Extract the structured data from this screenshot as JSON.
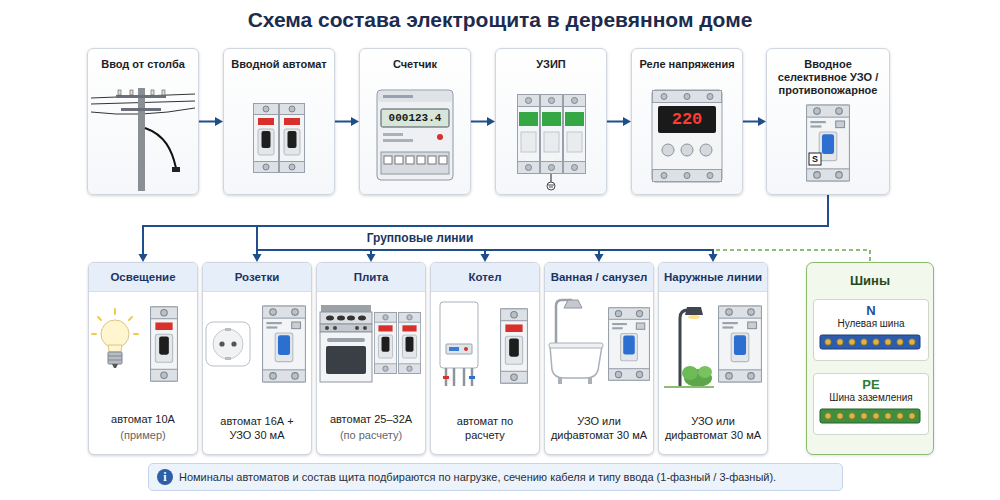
{
  "diagram": {
    "title": "Схема состава электрощита в деревянном доме",
    "nodes": [
      {
        "text": [
          "Ввод от столба"
        ]
      },
      {
        "text": [
          "Вводной автомат"
        ]
      },
      {
        "text": [
          "Счетчик"
        ]
      },
      {
        "text": [
          "УЗИП"
        ]
      },
      {
        "text": [
          "Реле напряжения"
        ]
      },
      {
        "text": [
          "Вводное селективное УЗО / противопожарное"
        ]
      },
      {
        "text": [
          "Освещение",
          "автомат 10А",
          "(пример)"
        ]
      },
      {
        "text": [
          "Розетки",
          "автомат 16А + УЗО 30 мА"
        ]
      },
      {
        "text": [
          "Плита",
          "автомат 25–32А",
          "(по расчету)"
        ]
      },
      {
        "text": [
          "Котел",
          "автомат по расчету"
        ]
      },
      {
        "text": [
          "Ванная / санузел",
          "УЗО или дифавтомат 30 мА"
        ]
      },
      {
        "text": [
          "Наружные линии",
          "УЗО или дифавтомат 30 мА"
        ]
      },
      {
        "text": [
          "Шины"
        ]
      },
      {
        "text": [
          "N",
          "Нулевая шина"
        ],
        "in": 12
      },
      {
        "text": [
          "PE",
          "Шина заземления"
        ],
        "in": 12
      },
      {
        "text": [
          "Номиналы автоматов и состав щита подбираются по нагрузке, сечению кабеля и типу ввода (1-фазный / 3-фазный)."
        ]
      }
    ],
    "edges": [
      {
        "from": 0,
        "to": 1,
        "arrow": "to"
      },
      {
        "from": 1,
        "to": 2,
        "arrow": "to"
      },
      {
        "from": 2,
        "to": 3,
        "arrow": "to"
      },
      {
        "from": 3,
        "to": 4,
        "arrow": "to"
      },
      {
        "from": 4,
        "to": 5,
        "arrow": "to"
      },
      {
        "from": 5,
        "to": 6,
        "label": "Групповые линии",
        "arrow": "to"
      },
      {
        "from": 5,
        "to": 7,
        "arrow": "to"
      },
      {
        "from": 5,
        "to": 8,
        "arrow": "to"
      },
      {
        "from": 5,
        "to": 9,
        "arrow": "to"
      },
      {
        "from": 5,
        "to": 10,
        "arrow": "to"
      },
      {
        "from": 5,
        "to": 11,
        "arrow": "to"
      },
      {
        "from": 5,
        "to": 12,
        "arrow": "none"
      }
    ],
    "labels": [
      "000123.4",
      "220",
      "S",
      "i"
    ]
  }
}
